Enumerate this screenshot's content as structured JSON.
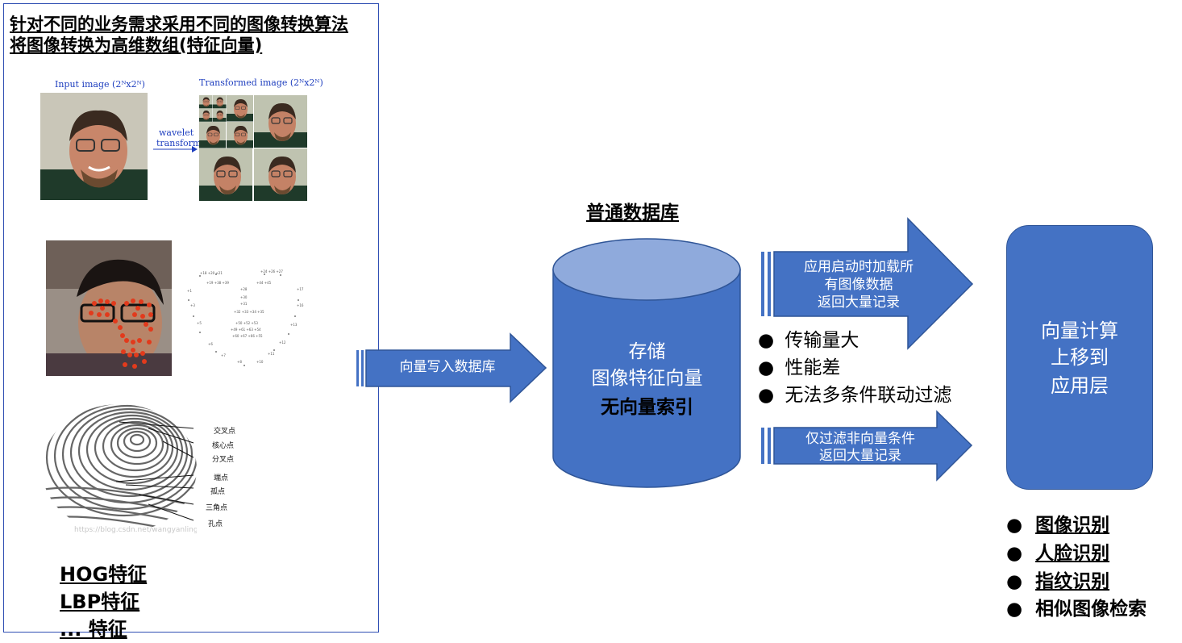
{
  "left_panel": {
    "heading_line1": "针对不同的业务需求采用不同的图像转换算法",
    "heading_line2": "将图像转换为高维数组(特征向量)",
    "wavelet": {
      "input_caption": "Input image (2ᴺx2ᴺ)",
      "transformed_caption": "Transformed image (2ᴺx2ᴺ)",
      "arrow_label_1": "wavelet",
      "arrow_label_2": "transform"
    },
    "fingerprint_labels": [
      "交叉点",
      "核心点",
      "分叉点",
      "端点",
      "孤点",
      "三角点",
      "孔点"
    ],
    "watermark": "https://blog.csdn.net/wangyanlinglm",
    "features": [
      "HOG特征",
      "LBP特征",
      "... 特征"
    ]
  },
  "arrow_write": {
    "label": "向量写入数据库"
  },
  "database": {
    "title": "普通数据库",
    "line1": "存储",
    "line2": "图像特征向量",
    "line3": "无向量索引"
  },
  "arrow_top": {
    "lines": [
      "应用启动时加载所",
      "有图像数据",
      "返回大量记录"
    ]
  },
  "drawbacks": [
    "传输量大",
    "性能差",
    "无法多条件联动过滤"
  ],
  "arrow_bottom": {
    "lines": [
      "仅过滤非向量条件",
      "返回大量记录"
    ]
  },
  "app_box": {
    "lines": [
      "向量计算",
      "上移到",
      "应用层"
    ]
  },
  "applications": [
    "图像识别",
    "人脸识别",
    "指纹识别",
    "相似图像检索"
  ],
  "colors": {
    "shape_fill": "#4472c4",
    "shape_dark": "#2f5597",
    "db_top": "#8faadc",
    "panel_border": "#2f4fb3",
    "caption_blue": "#1f3fbf"
  }
}
